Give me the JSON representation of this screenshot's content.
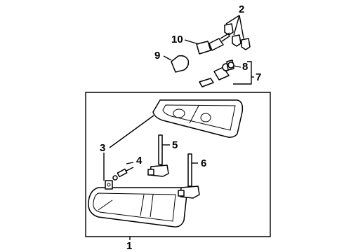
{
  "callouts": [
    {
      "id": "c1",
      "text": "1"
    },
    {
      "id": "c2",
      "text": "2"
    },
    {
      "id": "c3",
      "text": "3"
    },
    {
      "id": "c4",
      "text": "4"
    },
    {
      "id": "c5",
      "text": "5"
    },
    {
      "id": "c6",
      "text": "6"
    },
    {
      "id": "c7",
      "text": "7"
    },
    {
      "id": "c8",
      "text": "8"
    },
    {
      "id": "c9",
      "text": "9"
    },
    {
      "id": "c10",
      "text": "10"
    }
  ],
  "parts": [
    "headlamp-assembly",
    "bulb-retainer-clips",
    "side-marker-lamp",
    "adjuster-screw",
    "headlamp-bulb-upper",
    "headlamp-bulb-lower",
    "marker-socket-and-bulb",
    "marker-socket",
    "small-wedge-bulb",
    "turn-signal-socket"
  ]
}
